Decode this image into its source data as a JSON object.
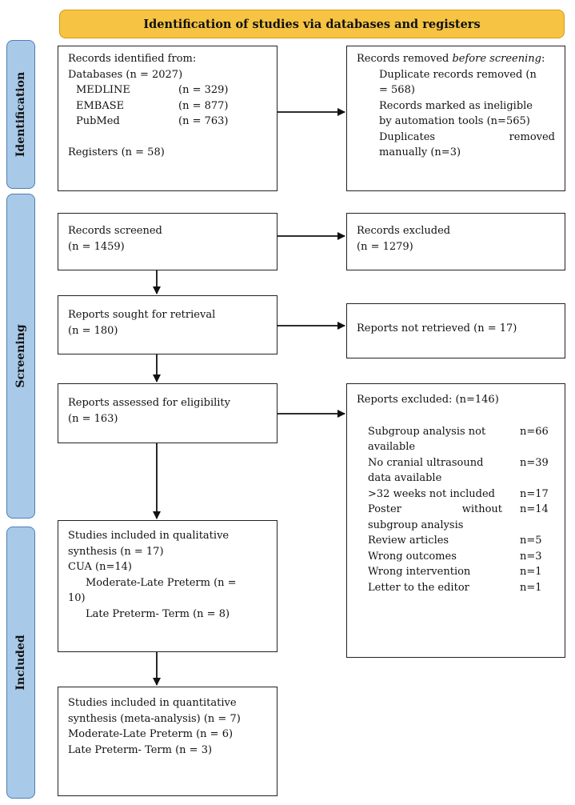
{
  "header": "Identification of studies via databases and registers",
  "phases": [
    "Identification",
    "Screening",
    "Included"
  ],
  "identified": {
    "title": "Records identified from:",
    "databases": "Databases (n = 2027)",
    "sources": [
      {
        "name": "MEDLINE",
        "n": "(n = 329)"
      },
      {
        "name": "EMBASE",
        "n": "(n = 877)"
      },
      {
        "name": "PubMed",
        "n": "(n = 763)"
      }
    ],
    "registers": "Registers (n = 58)"
  },
  "removed": {
    "title_pre": "Records removed ",
    "title_em": "before screening",
    "title_post": ":",
    "dup_1": "Duplicate records removed (n",
    "dup_2": "= 568)",
    "auto_1": "Records marked as ineligible",
    "auto_2": "by automation tools (n=565)",
    "man_1a": "Duplicates",
    "man_1b": "removed",
    "man_2": "manually (n=3)"
  },
  "screened": {
    "title": "Records screened",
    "n": "(n = 1459)"
  },
  "excluded1": {
    "title": "Records excluded",
    "n": "(n = 1279)"
  },
  "sought": {
    "title": "Reports sought for retrieval",
    "n": "(n = 180)"
  },
  "not_retrieved": {
    "title": "Reports not retrieved (n = 17)"
  },
  "assessed": {
    "title": "Reports assessed for eligibility",
    "n": "(n = 163)"
  },
  "excluded2": {
    "title": "Reports excluded: (n=146)",
    "items": [
      {
        "l1": "Subgroup analysis not",
        "l2": "available",
        "n": "n=66"
      },
      {
        "l1": "No cranial ultrasound",
        "l2": "data available",
        "n": "n=39"
      },
      {
        "l1": ">32 weeks not included",
        "n": "n=17"
      },
      {
        "l1a": "Poster",
        "l1b": "without",
        "l2": "subgroup analysis",
        "n": "n=14"
      },
      {
        "l1": "Review articles",
        "n": "n=5"
      },
      {
        "l1": "Wrong outcomes",
        "n": "n=3"
      },
      {
        "l1": "Wrong intervention",
        "n": "n=1"
      },
      {
        "l1": "Letter to the editor",
        "n": "n=1"
      }
    ]
  },
  "qualitative": {
    "l1": "Studies included in qualitative",
    "l2": "synthesis (n = 17)",
    "cua": "CUA (n=14)",
    "mod_1": "Moderate-Late Preterm (n =",
    "mod_2": "10)",
    "late": "Late Preterm- Term (n = 8)"
  },
  "quantitative": {
    "l1": "Studies included in quantitative",
    "l2": "synthesis (meta-analysis) (n = 7)",
    "mod": "Moderate-Late Preterm (n = 6)",
    "late": "Late Preterm- Term (n = 3)"
  }
}
